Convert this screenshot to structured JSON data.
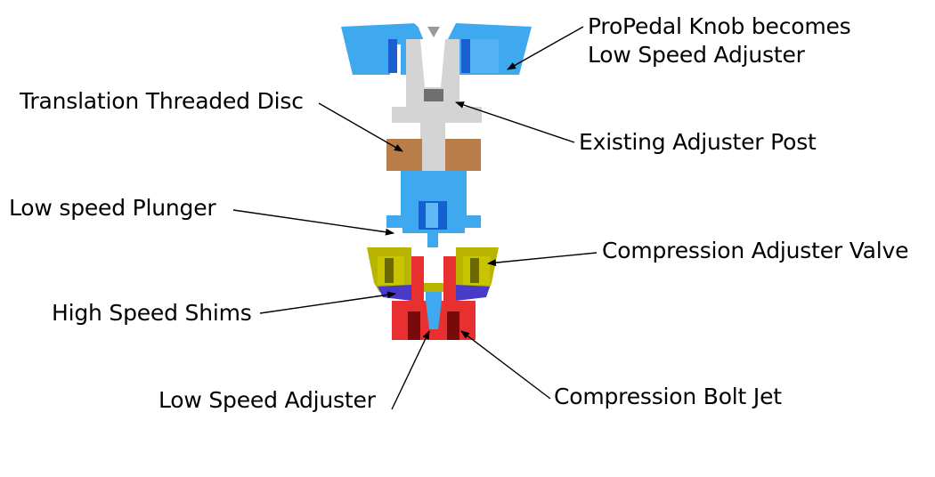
{
  "colors": {
    "knob_blue": "#3fa9f0",
    "knob_dark_blue": "#1a5fd0",
    "post_gray": "#d4d4d4",
    "disc_brown": "#b97d4a",
    "plunger_blue": "#3fa9f0",
    "valve_olive": "#b8b400",
    "shims_purple": "#4a3ac8",
    "bolt_red": "#e83030",
    "bolt_dark_red": "#7a0a0a",
    "text": "#000000"
  },
  "labels": {
    "knob": [
      "ProPedal Knob becomes",
      "Low Speed Adjuster"
    ],
    "disc": "Translation Threaded Disc",
    "post": "Existing Adjuster Post",
    "plunger": "Low speed Plunger",
    "valve": "Compression Adjuster Valve",
    "shims": "High Speed Shims",
    "low_speed_adjuster": "Low Speed Adjuster",
    "bolt_jet": "Compression Bolt Jet"
  }
}
